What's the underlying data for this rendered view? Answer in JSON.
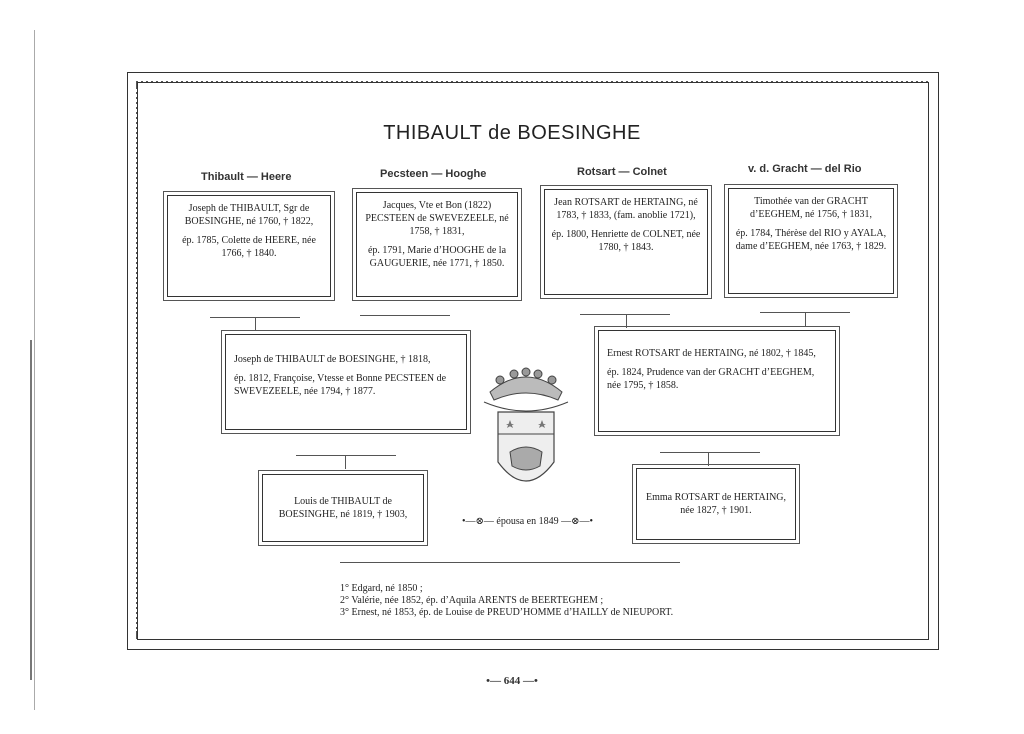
{
  "title": "THIBAULT de BOESINGHE",
  "columns": [
    {
      "header": "Thibault — Heere",
      "lines": [
        "Joseph de THIBAULT, Sgr de BOESINGHE, né 1760, † 1822,",
        "ép. 1785, Colette de HEERE, née 1766, † 1840."
      ]
    },
    {
      "header": "Pecsteen — Hooghe",
      "lines": [
        "Jacques, Vte et Bon (1822) PECSTEEN de SWEVEZEELE, né 1758, † 1831,",
        "ép. 1791, Marie d’HOOGHE de la GAUGUERIE, née 1771, † 1850."
      ]
    },
    {
      "header": "Rotsart — Colnet",
      "lines": [
        "Jean ROTSART de HERTAING, né 1783, † 1833, (fam. anoblie 1721),",
        "ép. 1800, Henriette de COLNET, née 1780, † 1843."
      ]
    },
    {
      "header": "v. d. Gracht — del Rio",
      "lines": [
        "Timothée van der GRACHT d’EEGHEM, né 1756, † 1831,",
        "ép. 1784, Thérèse del RIO y AYALA, dame d’EEGHEM, née 1763, † 1829."
      ]
    }
  ],
  "middle": [
    {
      "lines": [
        "Joseph de THIBAULT de BOESINGHE, † 1818,",
        "ép. 1812, Françoise, Vtesse et Bonne PECSTEEN de SWEVEZEELE, née 1794, † 1877."
      ]
    },
    {
      "lines": [
        "Ernest ROTSART de HERTAING, né 1802, † 1845,",
        "ép. 1824, Prudence van der GRACHT d’EEGHEM, née 1795, † 1858."
      ]
    }
  ],
  "bottom": [
    {
      "lines": [
        "Louis de THIBAULT de BOESINGHE, né 1819, † 1903,"
      ]
    },
    {
      "lines": [
        "Emma ROTSART de HERTAING, née 1827, † 1901."
      ]
    }
  ],
  "marriage": "•—⊗— épousa en 1849 —⊗—•",
  "children": [
    "1° Edgard, né 1850 ;",
    "2° Valérie, née 1852, ép. d’Aquila ARENTS de BEERTEGHEM ;",
    "3° Ernest, né 1853, ép. de Louise de PREUD’HOMME d’HAILLY de NIEUPORT."
  ],
  "page_number": "•— 644 —•"
}
